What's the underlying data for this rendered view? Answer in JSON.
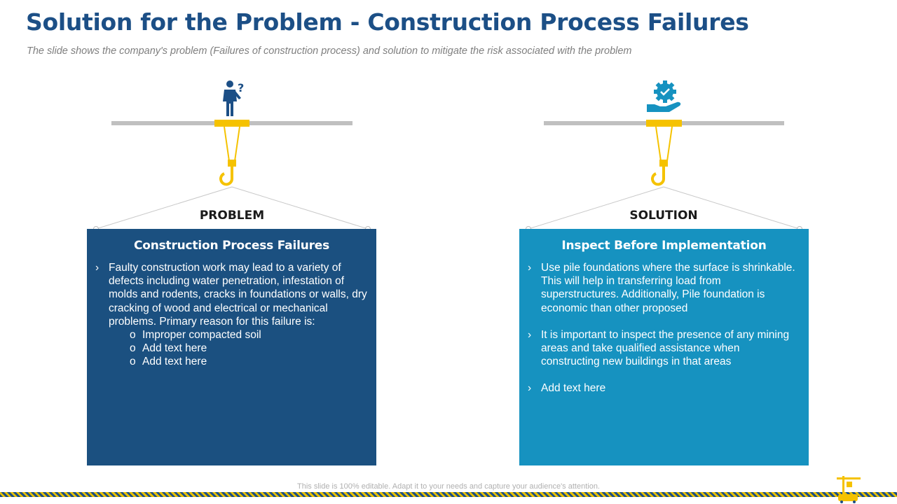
{
  "slide": {
    "title": "Solution for the Problem - Construction Process Failures",
    "subtitle": "The slide shows the company's problem (Failures of construction process) and solution to mitigate the risk associated with the problem"
  },
  "colors": {
    "title_blue": "#1c4f86",
    "problem_card": "#1b5080",
    "solution_card": "#1692c0",
    "crane_yellow": "#f5c200",
    "beam_gray": "#c0c0c0"
  },
  "problem": {
    "icon": "person-question-icon",
    "label": "PROBLEM",
    "heading": "Construction Process Failures",
    "bullet": "Faulty construction work may lead to a variety of defects including water penetration, infestation of molds and rodents, cracks in foundations or walls, dry cracking of wood and electrical or mechanical problems. Primary reason for this failure is:",
    "sub_items": [
      "Improper compacted soil",
      "Add text here",
      "Add text here"
    ]
  },
  "solution": {
    "icon": "gear-hand-icon",
    "label": "SOLUTION",
    "heading": "Inspect Before Implementation",
    "bullets": [
      "Use pile foundations where the surface is shrinkable. This will help in transferring load from superstructures. Additionally, Pile foundation is economic than other proposed",
      "It is important to inspect the presence of any mining areas and take qualified assistance when constructing new buildings in that areas",
      "Add text here"
    ]
  },
  "footer": {
    "note": "This slide is 100% editable. Adapt it to your needs and capture your audience's attention.",
    "icon": "crane-logo-icon"
  }
}
